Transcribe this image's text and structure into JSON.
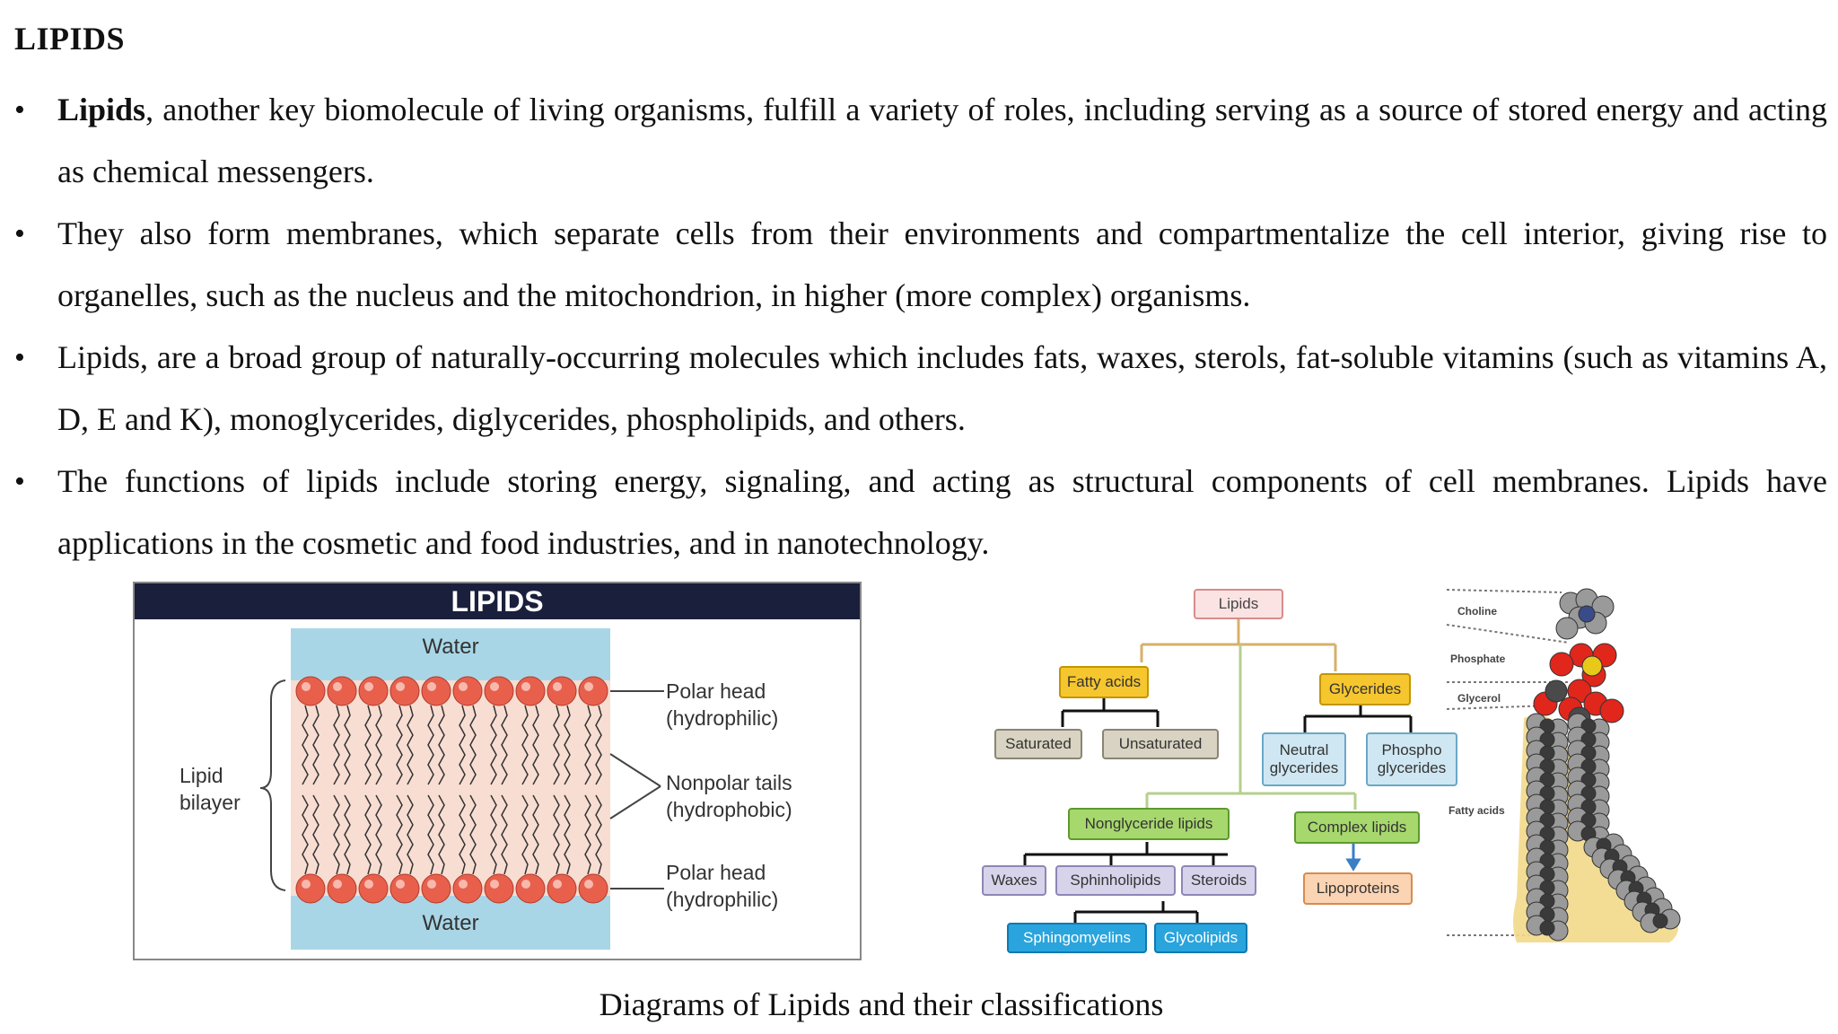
{
  "heading": "LIPIDS",
  "bullets": [
    {
      "bold": "Lipids",
      "text": ", another key biomolecule of living organisms, fulfill a variety of roles, including serving as a source of stored energy and acting as chemical messengers."
    },
    {
      "bold": "",
      "text": "They also form membranes, which separate cells from their environments and compartmentalize the cell interior, giving rise to organelles, such as the nucleus and the mitochondrion, in higher (more complex) organisms."
    },
    {
      "bold": "",
      "text": "Lipids, are a broad group of naturally-occurring molecules which includes fats, waxes, sterols, fat-soluble vitamins (such as vitamins A, D, E and K), monoglycerides, diglycerides, phospholipids, and others."
    },
    {
      "bold": "",
      "text": "The functions of lipids include storing energy, signaling, and acting as structural components of cell membranes. Lipids have applications in the cosmetic and food industries, and in nanotechnology."
    }
  ],
  "bullet_symbol": "•",
  "bilayer_figure": {
    "title": "LIPIDS",
    "water_top": "Water",
    "water_bottom": "Water",
    "bilayer_label_1": "Lipid",
    "bilayer_label_2": "bilayer",
    "polar_head_top_1": "Polar head",
    "polar_head_top_2": "(hydrophilic)",
    "nonpolar_1": "Nonpolar tails",
    "nonpolar_2": "(hydrophobic)",
    "polar_head_bottom_1": "Polar head",
    "polar_head_bottom_2": "(hydrophilic)"
  },
  "classification": {
    "root": "Lipids",
    "fatty_acids": "Fatty acids",
    "glycerides": "Glycerides",
    "saturated": "Saturated",
    "unsaturated": "Unsaturated",
    "neutral_1": "Neutral",
    "neutral_2": "glycerides",
    "phospho_1": "Phospho",
    "phospho_2": "glycerides",
    "nonglyceride": "Nonglyceride lipids",
    "complex": "Complex lipids",
    "waxes": "Waxes",
    "sphinholipids": "Sphinholipids",
    "steroids": "Steroids",
    "lipoproteins": "Lipoproteins",
    "sphingomyelins": "Sphingomyelins",
    "glycolipids": "Glycolipids"
  },
  "molecule": {
    "choline": "Choline",
    "phosphate": "Phosphate",
    "glycerol": "Glycerol",
    "fatty_acids": "Fatty acids"
  },
  "caption": "Diagrams of Lipids and their classifications"
}
